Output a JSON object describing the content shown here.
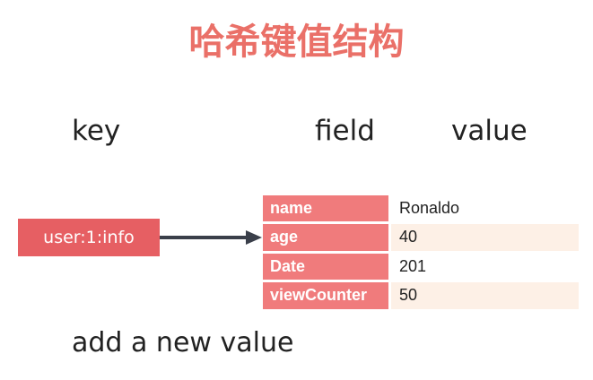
{
  "title": "哈希键值结构",
  "headers": {
    "key": "key",
    "field": "field",
    "value": "value"
  },
  "key": {
    "label": "user:1:info",
    "color": "#e65f63"
  },
  "rows": [
    {
      "field": "name",
      "value": "Ronaldo",
      "shaded": false
    },
    {
      "field": "age",
      "value": "40",
      "shaded": true
    },
    {
      "field": "Date",
      "value": "201",
      "shaded": false
    },
    {
      "field": "viewCounter",
      "value": "50",
      "shaded": true
    }
  ],
  "note": "add a new value",
  "colors": {
    "title": "#ea7068",
    "field_cell": "#f07b7c",
    "value_shade": "#fdf0e6",
    "arrow": "#3a3f4a"
  }
}
